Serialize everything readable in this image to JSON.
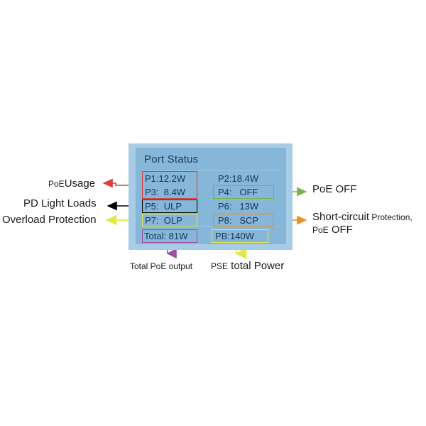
{
  "panel": {
    "title": "Port Status",
    "ports": [
      {
        "name": "p1",
        "text": "P1:12.2W",
        "column": "left",
        "row": 0
      },
      {
        "name": "p2",
        "text": "P2:18.4W",
        "column": "right",
        "row": 0
      },
      {
        "name": "p3",
        "text": "P3:  8.4W",
        "column": "left",
        "row": 1
      },
      {
        "name": "p4",
        "text": "P4:   OFF",
        "column": "right",
        "row": 1
      },
      {
        "name": "p5",
        "text": "P5:  ULP",
        "column": "left",
        "row": 2
      },
      {
        "name": "p6",
        "text": "P6:   13W",
        "column": "right",
        "row": 2
      },
      {
        "name": "p7",
        "text": "P7:  OLP",
        "column": "left",
        "row": 3
      },
      {
        "name": "p8",
        "text": "P8:   SCP",
        "column": "right",
        "row": 3
      }
    ],
    "totals": {
      "total_poe": "Total: 81W",
      "pse_budget": "PB:140W"
    }
  },
  "highlights": {
    "p1p3_color": "#e03a3a",
    "p5_color": "#000000",
    "p7_color": "#e2e84a",
    "p4_color": "#7cb342",
    "p8_color": "#e8912a",
    "total_color": "#9c4fa0",
    "pb_color": "#e2e84a"
  },
  "annotations": {
    "poe_usage": {
      "prefix": "PoE",
      "word": "Usage",
      "arrow_color": "#e03a3a"
    },
    "pd_light_loads": {
      "text": "PD Light Loads",
      "arrow_color": "#000000"
    },
    "overload_protection": {
      "text": "Overload Protection",
      "arrow_color": "#e2e84a"
    },
    "poe_off": {
      "text": "PoE OFF",
      "arrow_color": "#7cb342"
    },
    "short_circuit": {
      "line1_main": "Short-circuit",
      "line1_small": " Protection,",
      "line2_small": "PoE",
      "line2_main": " OFF",
      "arrow_color": "#e8912a"
    },
    "total_poe_output": {
      "text": "Total PoE output",
      "arrow_color": "#9c4fa0"
    },
    "pse_total_power": {
      "small": "PSE",
      "big": " total Power",
      "arrow_color": "#e2e84a"
    }
  },
  "colors": {
    "panel_outer": "#a8cce6",
    "panel_inner": "#86b6d8",
    "panel_text": "#16335c",
    "title_text": "#1f3864",
    "background": "#ffffff"
  }
}
